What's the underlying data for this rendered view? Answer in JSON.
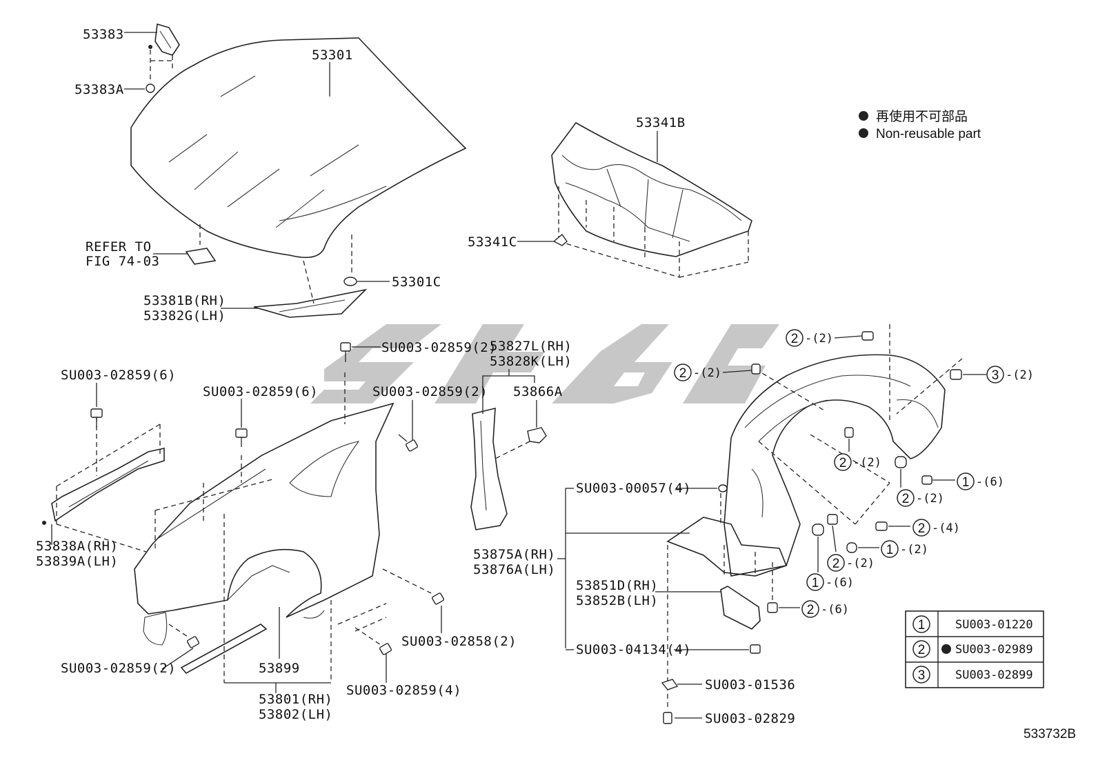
{
  "diagram": {
    "figure_code": "533732B",
    "legend": {
      "line_ja": "再使用不可部品",
      "line_en": "Non-reusable part"
    },
    "refer": {
      "line1": "REFER TO",
      "line2": "FIG 74-03"
    },
    "parts": {
      "p53383": "53383",
      "p53383A": "53383A",
      "p53301": "53301",
      "p53301C": "53301C",
      "p53381B": "53381B(RH)",
      "p53382G": "53382G(LH)",
      "p53341B": "53341B",
      "p53341C": "53341C",
      "p53827L": "53827L(RH)",
      "p53828K": "53828K(LH)",
      "p53866A": "53866A",
      "p53838A": "53838A(RH)",
      "p53839A": "53839A(LH)",
      "p53899": "53899",
      "p53801": "53801(RH)",
      "p53802": "53802(LH)",
      "p53875A": "53875A(RH)",
      "p53876A": "53876A(LH)",
      "p53851D": "53851D(RH)",
      "p53852B": "53852B(LH)"
    },
    "fastener_labels": {
      "f_top_center": "SU003-02859(2)",
      "f_left": "SU003-02859(6)",
      "f_mid": "SU003-02859(6)",
      "f_center_right": "SU003-02859(2)",
      "f_bottom_left": "SU003-02859(2)",
      "f_bottom_center": "SU003-02859(4)",
      "f_bottom_right": "SU003-02858(2)",
      "f_00057": "SU003-00057(4)",
      "f_04134": "SU003-04134(4)",
      "f_01536": "SU003-01536",
      "f_02829": "SU003-02829"
    },
    "callouts": [
      {
        "num": "2",
        "qty": "-(2)"
      },
      {
        "num": "2",
        "qty": "-(2)"
      },
      {
        "num": "3",
        "qty": "-(2)"
      },
      {
        "num": "2",
        "qty": "-(2)"
      },
      {
        "num": "2",
        "qty": "-(2)"
      },
      {
        "num": "1",
        "qty": "-(6)"
      },
      {
        "num": "2",
        "qty": "-(4)"
      },
      {
        "num": "1",
        "qty": "-(2)"
      },
      {
        "num": "2",
        "qty": "-(2)"
      },
      {
        "num": "1",
        "qty": "-(6)"
      },
      {
        "num": "2",
        "qty": "-(6)"
      }
    ],
    "table": [
      {
        "num": "1",
        "part": "SU003-01220",
        "non_reusable": false
      },
      {
        "num": "2",
        "part": "SU003-02989",
        "non_reusable": true
      },
      {
        "num": "3",
        "part": "SU003-02899",
        "non_reusable": false
      }
    ]
  }
}
